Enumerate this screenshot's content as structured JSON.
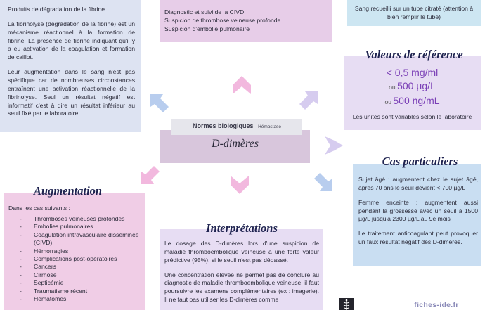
{
  "definition": {
    "paragraphs": [
      "Produits de dégradation de la fibrine.",
      "La fibrinolyse (dégradation de la fibrine) est un mécanisme réactionnel à la formation de fibrine. La présence de fibrine indiquant qu'il y a eu activation de la coagulation et formation de caillot.",
      "Leur augmentation dans le sang n'est pas spécifique car de nombreuses circonstances entraînent une activation réactionnelle de la fibrinolyse. Seul un résultat négatif est informatif c'est à dire un résultat inférieur au seuil fixé par le laboratoire."
    ]
  },
  "indications": {
    "lines": [
      "Diagnostic et suivi de la CIVD",
      "Suspicion de thrombose veineuse profonde",
      "Suspicion d'embolie pulmonaire"
    ]
  },
  "prelevement": {
    "text": "Sang recueilli sur un tube citraté (attention à bien remplir le tube)"
  },
  "reference": {
    "title": "Valeurs de référence",
    "value1": "< 0,5 mg/ml",
    "or": "ou",
    "value2": "500 µg/L",
    "value3": "500 ng/mL",
    "note": "Les unités sont variables selon le laboratoire"
  },
  "center": {
    "header": "Normes biologiques",
    "header_sub": "Hémostase",
    "title": "D-dimères"
  },
  "cas": {
    "title": "Cas particuliers",
    "paragraphs": [
      "Sujet âgé : augmentent chez le sujet âgé, après 70 ans le seuil devient < 700 µg/L",
      "Femme enceinte : augmentent aussi pendant la grossesse avec un seuil à 1500 µg/L jusqu'à 2300 µg/L au 9e mois",
      "Le traitement anticoagulant peut provoquer un faux résultat négatif des D-dimères."
    ]
  },
  "augmentation": {
    "title": "Augmentation",
    "intro": "Dans les cas suivants :",
    "items": [
      "Thromboses veineuses profondes",
      "Embolies pulmonaires",
      "Coagulation intravasculaire disséminée (CIVD)",
      "Hémorragies",
      "Complications post-opératoires",
      "Cancers",
      "Cirrhose",
      "Septicémie",
      "Traumatisme récent",
      "Hématomes"
    ]
  },
  "interpretation": {
    "title": "Interprétations",
    "paragraphs": [
      "Le dosage des D-dimères lors d'une suspicion de maladie thromboembolique veineuse a une forte valeur prédictive (95%), si le seuil n'est pas dépassé.",
      "Une concentration élevée ne permet pas de conclure au diagnostic de maladie thromboembolique veineuse, il faut poursuivre les examens complémentaires (ex : imagerie). Il ne faut pas utiliser les D-dimères comme"
    ]
  },
  "footer": {
    "site": "fiches-ide.fr"
  },
  "colors": {
    "arrow_pink": "#f2b8de",
    "arrow_blue": "#b8cdee",
    "arrow_lavender": "#d6ccef",
    "title_color": "#1f2350",
    "value_color": "#7a3fb6"
  }
}
